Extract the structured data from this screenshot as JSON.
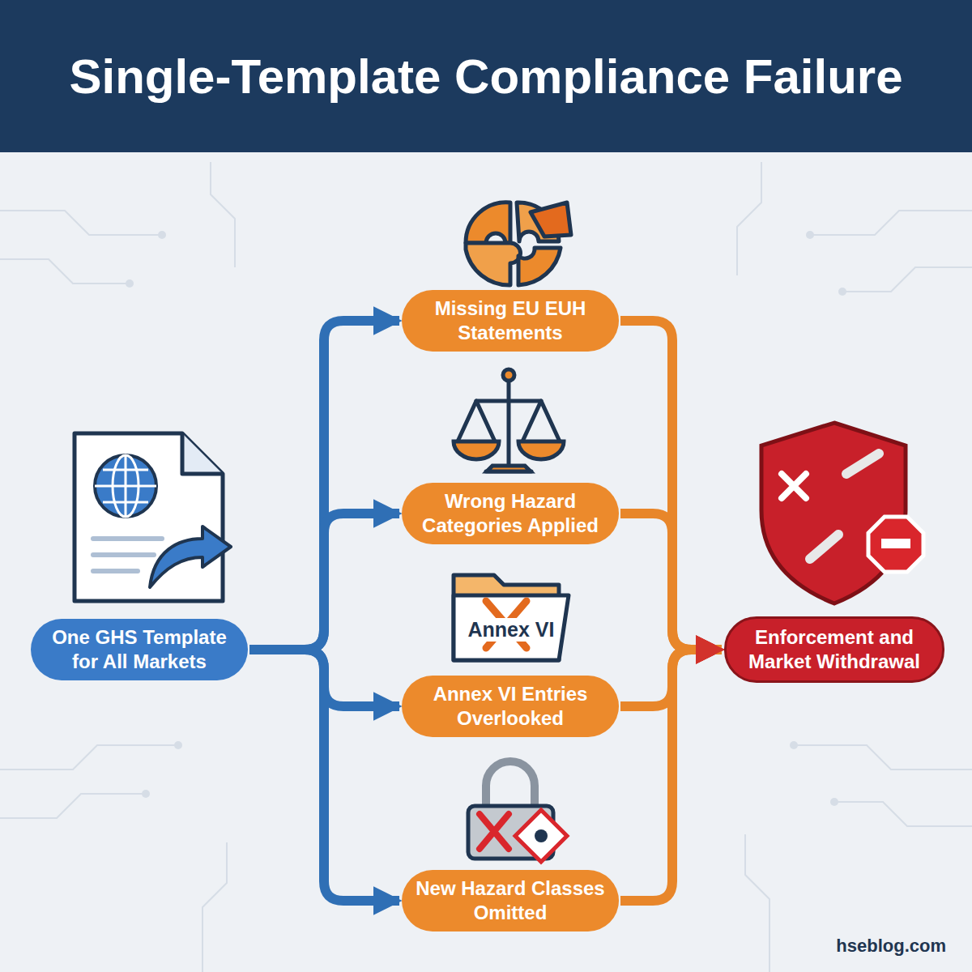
{
  "diagram": {
    "title": "Single-Template Compliance Failure",
    "nodes": [
      {
        "text": [
          "One GHS Template for All Markets"
        ]
      },
      {
        "text": [
          "Missing EU EUH Statements"
        ]
      },
      {
        "text": [
          "Wrong Hazard Categories Applied"
        ]
      },
      {
        "text": [
          "Annex VI Entries Overlooked"
        ]
      },
      {
        "text": [
          "New Hazard Classes Omitted"
        ]
      },
      {
        "text": [
          "Enforcement and Market Withdrawal"
        ]
      }
    ],
    "edges": [
      {
        "from": 0,
        "to": 1,
        "arrow": "to"
      },
      {
        "from": 0,
        "to": 2,
        "arrow": "to"
      },
      {
        "from": 0,
        "to": 3,
        "arrow": "to"
      },
      {
        "from": 0,
        "to": 4,
        "arrow": "to"
      },
      {
        "from": 1,
        "to": 5,
        "arrow": "to"
      },
      {
        "from": 2,
        "to": 5,
        "arrow": "to"
      },
      {
        "from": 3,
        "to": 5,
        "arrow": "to"
      },
      {
        "from": 4,
        "to": 5,
        "arrow": "to"
      }
    ],
    "labels": [
      "Annex VI",
      "hseblog.com"
    ]
  }
}
